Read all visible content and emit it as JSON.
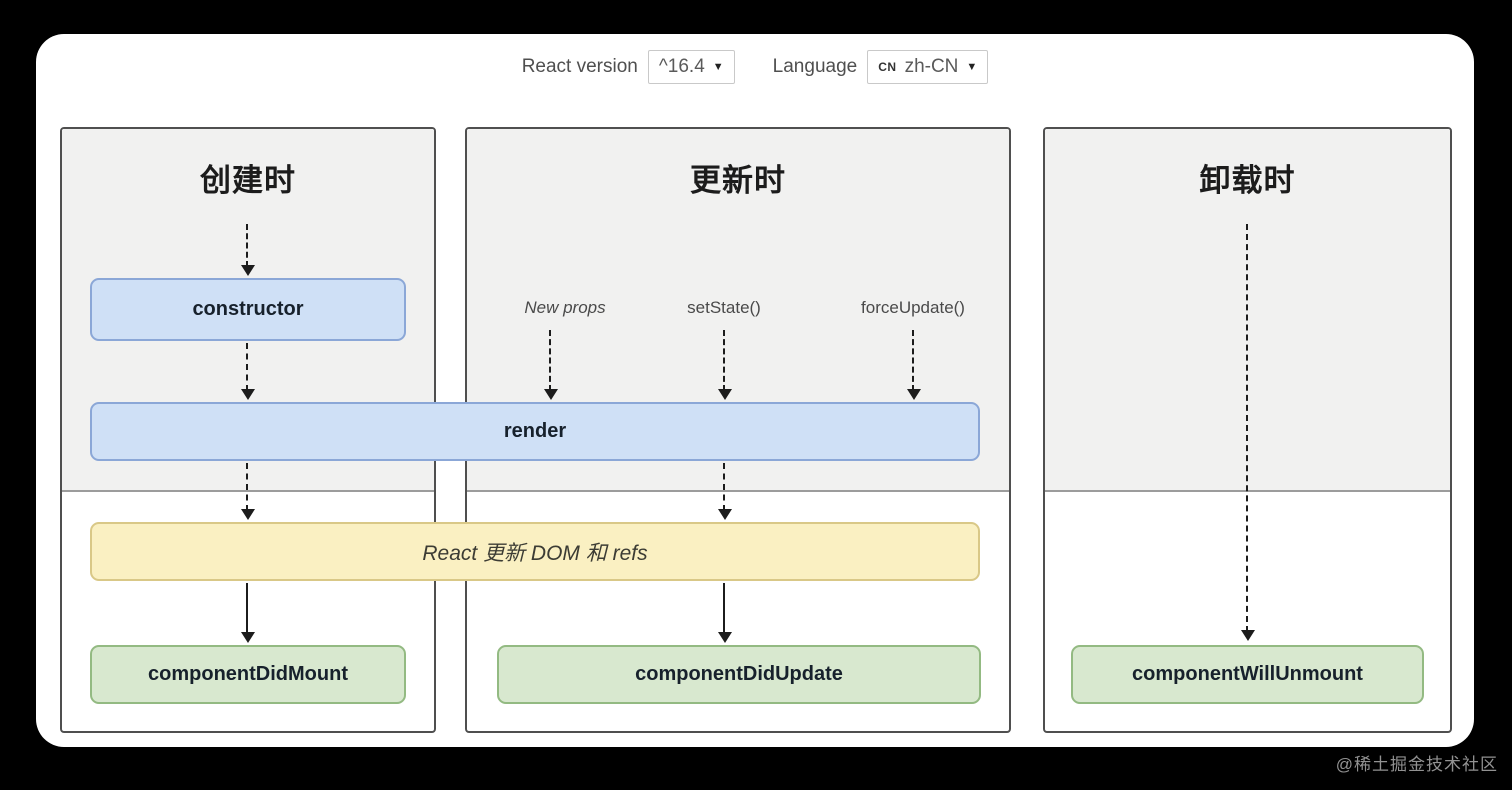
{
  "header": {
    "react_version_label": "React version",
    "react_version_value": "^16.4",
    "language_label": "Language",
    "language_flag": "CN",
    "language_value": "zh-CN",
    "dropdown_arrow": "▼"
  },
  "columns": [
    {
      "title": "创建时"
    },
    {
      "title": "更新时"
    },
    {
      "title": "卸载时"
    }
  ],
  "triggers": [
    "New props",
    "setState()",
    "forceUpdate()"
  ],
  "nodes": {
    "constructor": "constructor",
    "render": "render",
    "dom_update": "React 更新 DOM 和 refs",
    "did_mount": "componentDidMount",
    "did_update": "componentDidUpdate",
    "will_unmount": "componentWillUnmount"
  },
  "watermark": "@稀土掘金技术社区",
  "colors": {
    "method_fill": "#cfe0f6",
    "method_border": "#8ba7d7",
    "react_fill": "#faf0c2",
    "react_border": "#d9c887",
    "lifecycle_fill": "#d8e8cf",
    "lifecycle_border": "#93ba82",
    "panel_top": "#f1f1f0"
  }
}
